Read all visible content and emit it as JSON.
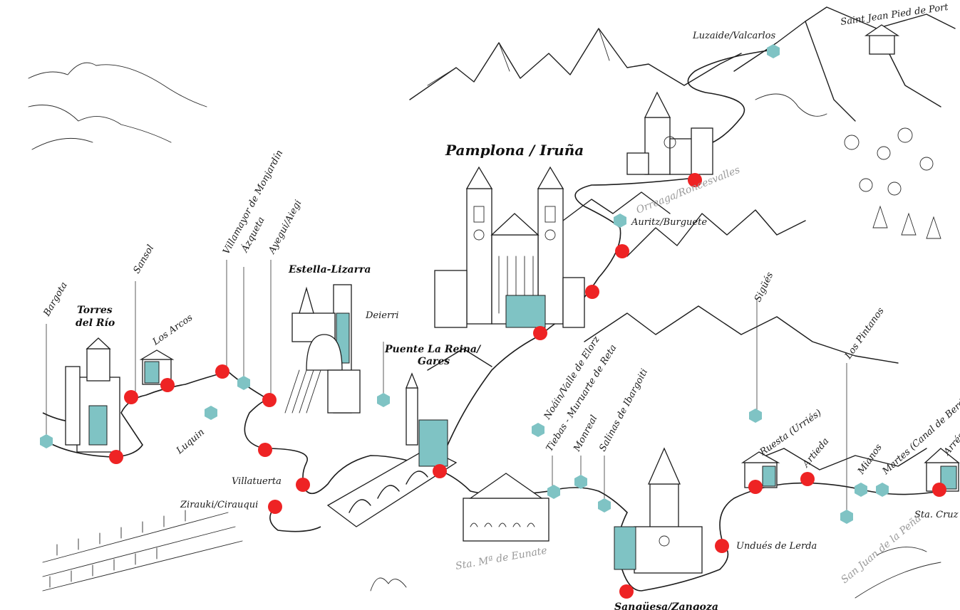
{
  "colors": {
    "stage_marker": "#ee2324",
    "stop_marker": "#7fc3c4",
    "building_accent": "#7fc3c4",
    "ink": "#1d1d1d",
    "faded_label": "#9a9a9a"
  },
  "major_places": {
    "pamplona": "Pamplona / Iruña",
    "estella": "Estella-Lizarra",
    "torres_line1": "Torres",
    "torres_line2": "del Río",
    "puente_line1": "Puente La Reina/",
    "puente_line2": "Gares",
    "sanguesa": "Sangüesa/Zangoza"
  },
  "labels": {
    "saint_jean": "Saint Jean Pied de Port",
    "luzaide": "Luzaide/Valcarlos",
    "orreaga": "Orreaga/Roncesvalles",
    "auritz": "Auritz/Burguete",
    "sigues": "Sigüés",
    "los_pintanos": "Los Pintanos",
    "deierri": "Deierri",
    "bargota": "Bargota",
    "sansol": "Sansol",
    "los_arcos": "Los Arcos",
    "villamayor": "Villamayor de Monjardín",
    "azqueta": "Ázqueta",
    "ayegui": "Ayegui/Aiegi",
    "luquin": "Luquin",
    "villatuerta": "Villatuerta",
    "zirauki": "Zirauki/Cirauqui",
    "noain": "Noáin/Valle de Elorz",
    "tiebas": "Tiebas - Muruarte de Reta",
    "monreal": "Monreal",
    "salinas": "Salinas de Ibargoiti",
    "ruesta": "Ruesta (Urriés)",
    "artieda": "Artieda",
    "mianos": "Mianos",
    "martes": "Martes (Canal de Berdún)",
    "arres": "Arrés",
    "sta_cruz": "Sta. Cruz de la Serós",
    "undues": "Undués de Lerda",
    "eunate": "Sta. Mª de Eunate",
    "san_juan": "San Juan de la Peña"
  },
  "icons": {
    "stage": "red-dot-stage-marker-icon",
    "stop": "teal-hexagon-stop-marker-icon"
  }
}
